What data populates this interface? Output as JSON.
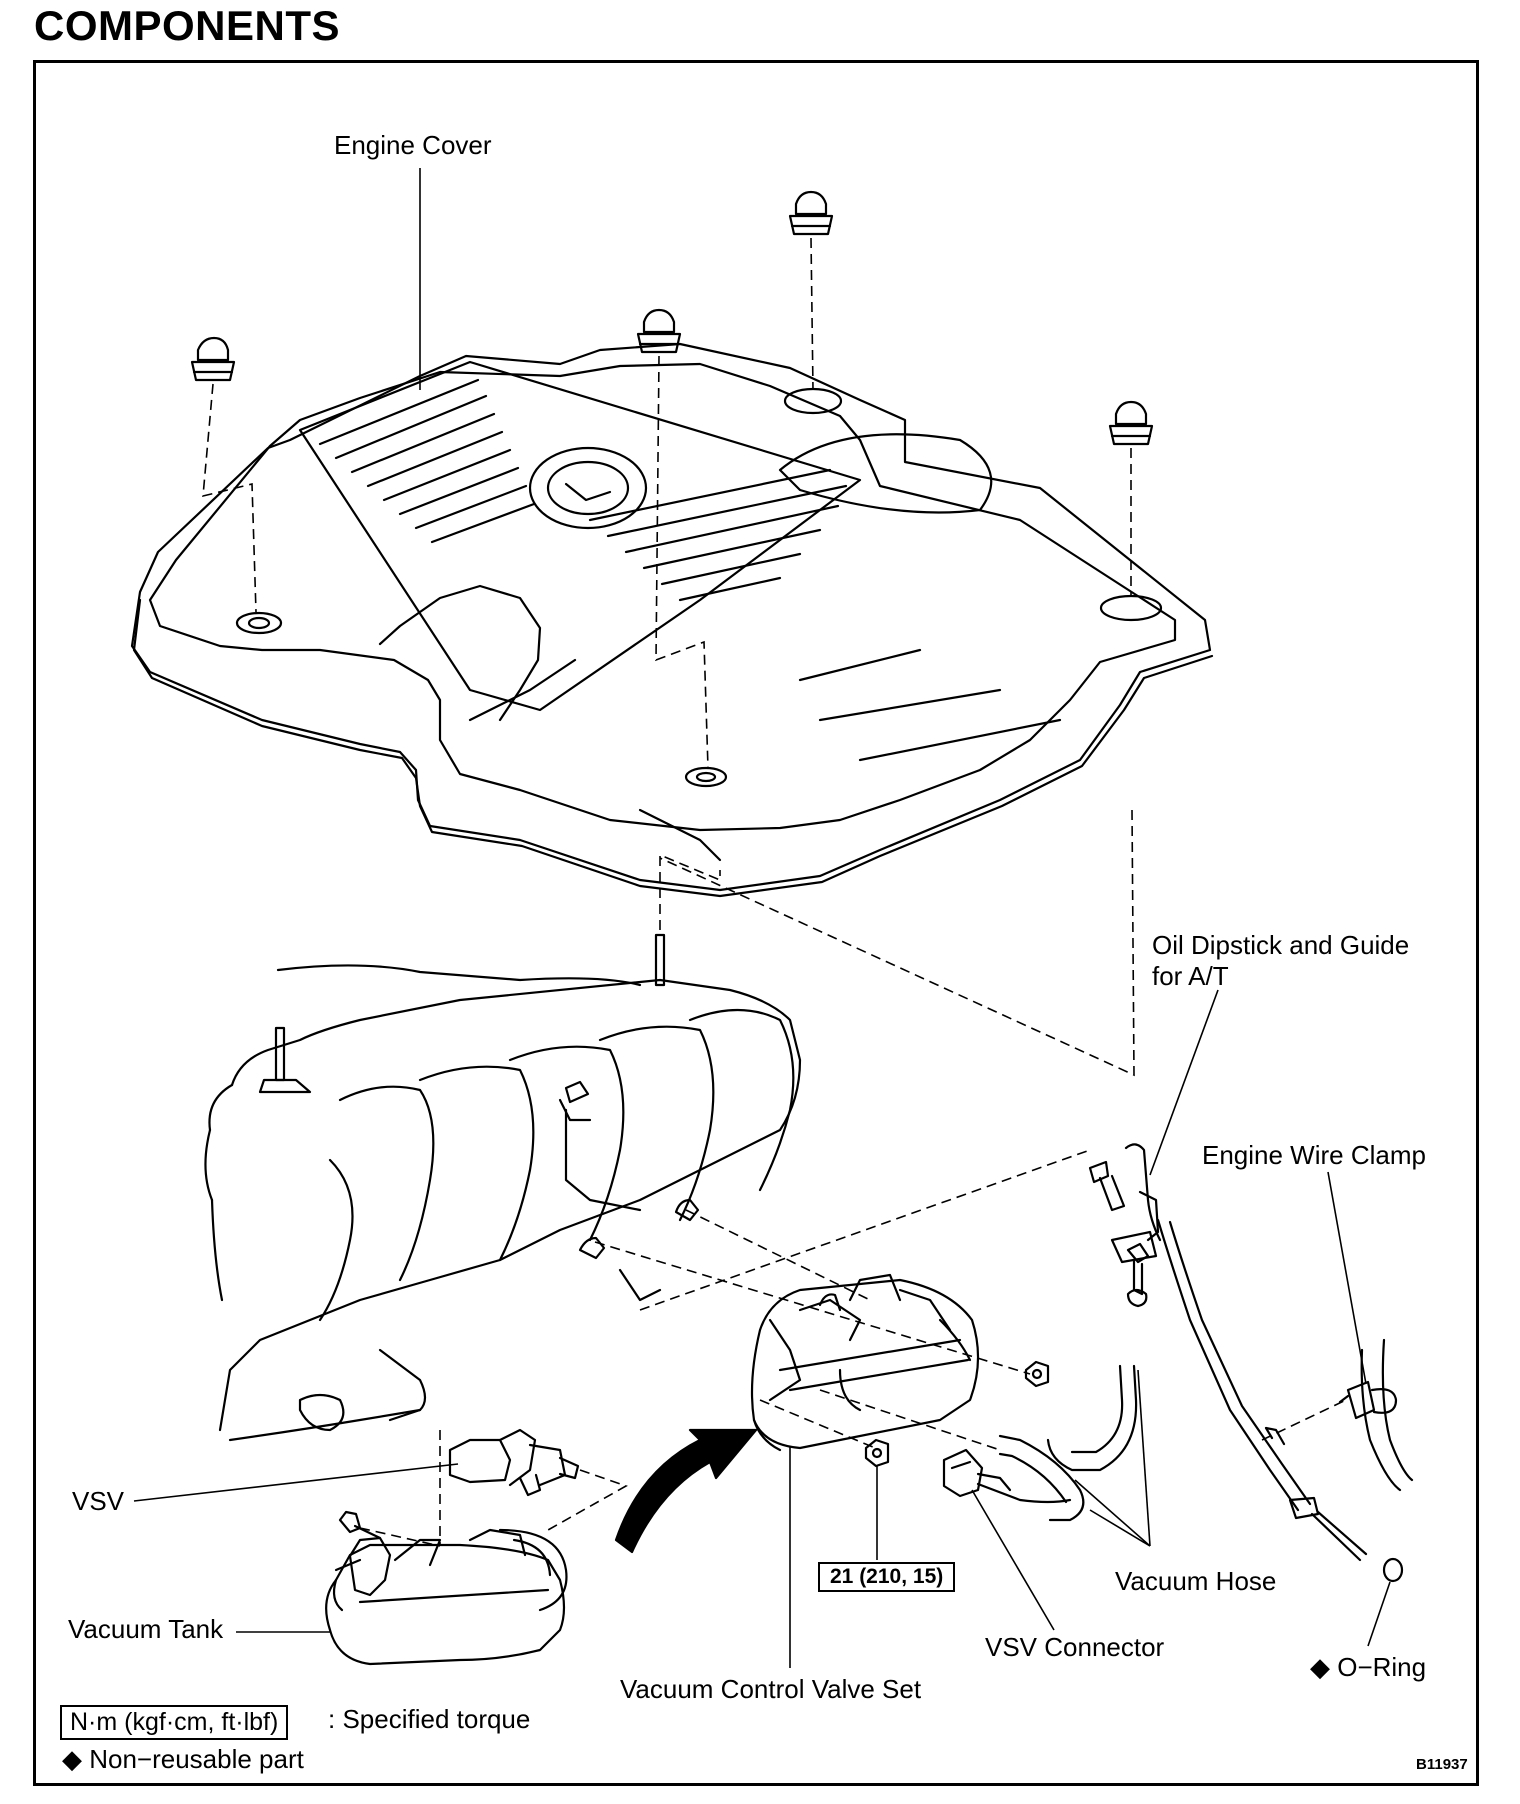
{
  "heading": "COMPONENTS",
  "labels": {
    "engine_cover": "Engine Cover",
    "oil_dipstick_line1": "Oil Dipstick and Guide",
    "oil_dipstick_line2": "for A/T",
    "engine_wire_clamp": "Engine Wire Clamp",
    "vsv": "VSV",
    "vacuum_tank": "Vacuum Tank",
    "vacuum_hose": "Vacuum Hose",
    "vsv_connector": "VSV Connector",
    "vacuum_control_valve_set": "Vacuum Control Valve Set",
    "o_ring": "◆ O−Ring"
  },
  "torque_spec": "21 (210, 15)",
  "legend": {
    "torque_unit": "N·m (kgf·cm, ft·lbf)",
    "torque_text": ": Specified torque",
    "non_reusable": "◆ Non−reusable part"
  },
  "figure_code": "B11937"
}
